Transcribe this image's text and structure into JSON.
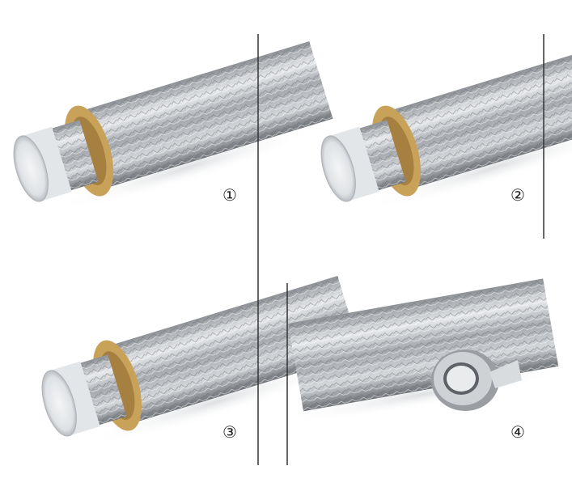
{
  "steps": [
    {
      "label": "①"
    },
    {
      "label": "②"
    },
    {
      "label": "③"
    },
    {
      "label": "④"
    }
  ],
  "colors": {
    "foil": "#b8bcc0",
    "insulation": "#c9a25a",
    "collar": "#e8eaec",
    "divider": "#333333"
  }
}
